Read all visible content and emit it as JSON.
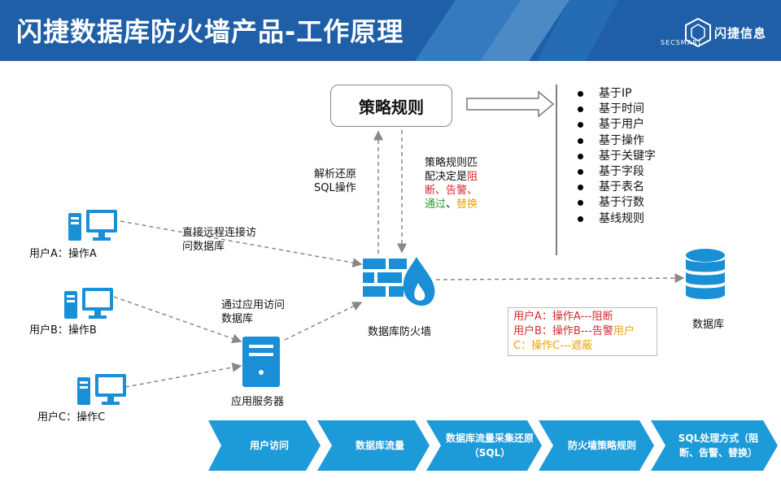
{
  "header": {
    "title": "闪捷数据库防火墙产品-工作原理",
    "brand_small": "SECSMART",
    "brand_name": "闪捷信息"
  },
  "policy_box": {
    "label": "策略规则"
  },
  "annotations": {
    "parse_sql": [
      "解析还原",
      "SQL操作"
    ],
    "match_line1": "策略规则匹",
    "match_line2_prefix": "配决定是",
    "match_block": "阻",
    "match_line3": "断、告警、",
    "match_pass": "通过",
    "match_sep": "、",
    "match_replace": "替换",
    "direct_access": [
      "直接远程连接访",
      "问数据库"
    ],
    "app_access": [
      "通过应用访问",
      "数据库"
    ]
  },
  "rule_bases": [
    "基于IP",
    "基于时间",
    "基于用户",
    "基于操作",
    "基于关键字",
    "基于字段",
    "基于表名",
    "基于行数",
    "基线规则"
  ],
  "nodes": {
    "user_a": "用户A：操作A",
    "user_b": "用户B：操作B",
    "user_c": "用户C：操作C",
    "app_server": "应用服务器",
    "firewall": "数据库防火墙",
    "database": "数据库"
  },
  "legend": {
    "line1": "用户A：操作A---阻断",
    "line2_black": "用户B：操作B---告警",
    "line2_orange": "用户",
    "line3": "C：操作C---遮蔽"
  },
  "process_steps": [
    {
      "label": "用户访问"
    },
    {
      "label": "数据库流量"
    },
    {
      "label": "数据库流量采集还原（SQL）"
    },
    {
      "label": "防火墙策略规则"
    },
    {
      "label": "SQL处理方式（阻断、告警、替换）"
    }
  ],
  "colors": {
    "header_bg": "#1f5fa8",
    "icon_blue": "#1a8fd6",
    "process_blue": "#1d9bd8",
    "block_red": "#d42a2a",
    "pass_green": "#2d9b2d",
    "warn_orange": "#e8a400"
  }
}
